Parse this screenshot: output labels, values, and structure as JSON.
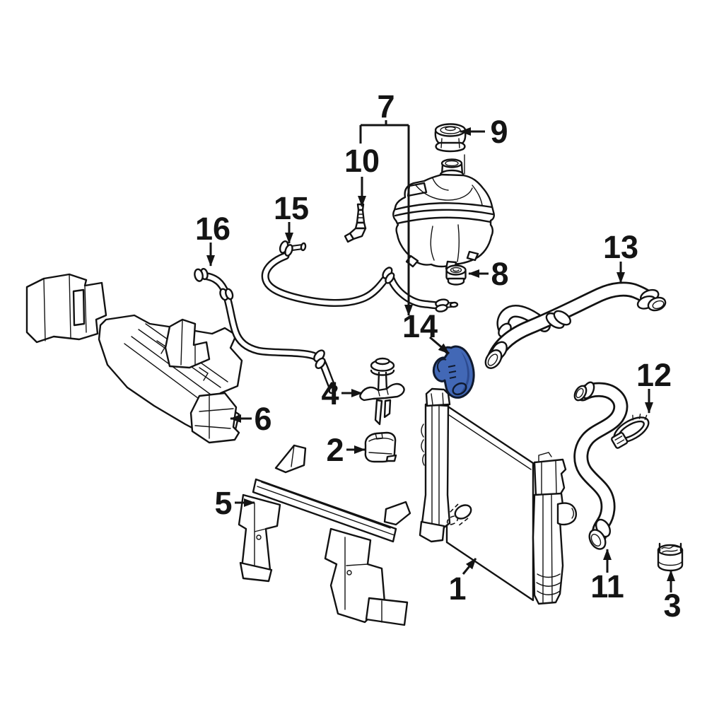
{
  "figure": {
    "type": "parts-diagram",
    "description": "Exploded OEM parts diagram of an automotive engine cooling system: radiator, hoses, expansion tank, baffles; part 14 highlighted",
    "background_color": "#ffffff",
    "line_color": "#121212",
    "highlight_color": "#4268b6",
    "highlight_shade": "#2d4b90",
    "highlighted_callout": "14"
  },
  "callouts": {
    "1": {
      "label": "1",
      "part": "radiator"
    },
    "2": {
      "label": "2",
      "part": "radiator-lower-mount"
    },
    "3": {
      "label": "3",
      "part": "sealing-plug"
    },
    "4": {
      "label": "4",
      "part": "push-pin-retainer"
    },
    "5": {
      "label": "5",
      "part": "lower-air-baffle"
    },
    "6": {
      "label": "6",
      "part": "upper-air-baffle"
    },
    "7": {
      "label": "7",
      "part": "coolant-expansion-tank"
    },
    "8": {
      "label": "8",
      "part": "tank-grommet"
    },
    "9": {
      "label": "9",
      "part": "expansion-tank-cap"
    },
    "10": {
      "label": "10",
      "part": "locating-pin"
    },
    "11": {
      "label": "11",
      "part": "lower-radiator-hose"
    },
    "12": {
      "label": "12",
      "part": "hose-clamp"
    },
    "13": {
      "label": "13",
      "part": "upper-radiator-hose"
    },
    "14": {
      "label": "14",
      "part": "coolant-connector-highlighted"
    },
    "15": {
      "label": "15",
      "part": "overflow-hose-upper"
    },
    "16": {
      "label": "16",
      "part": "overflow-hose-lower"
    }
  }
}
